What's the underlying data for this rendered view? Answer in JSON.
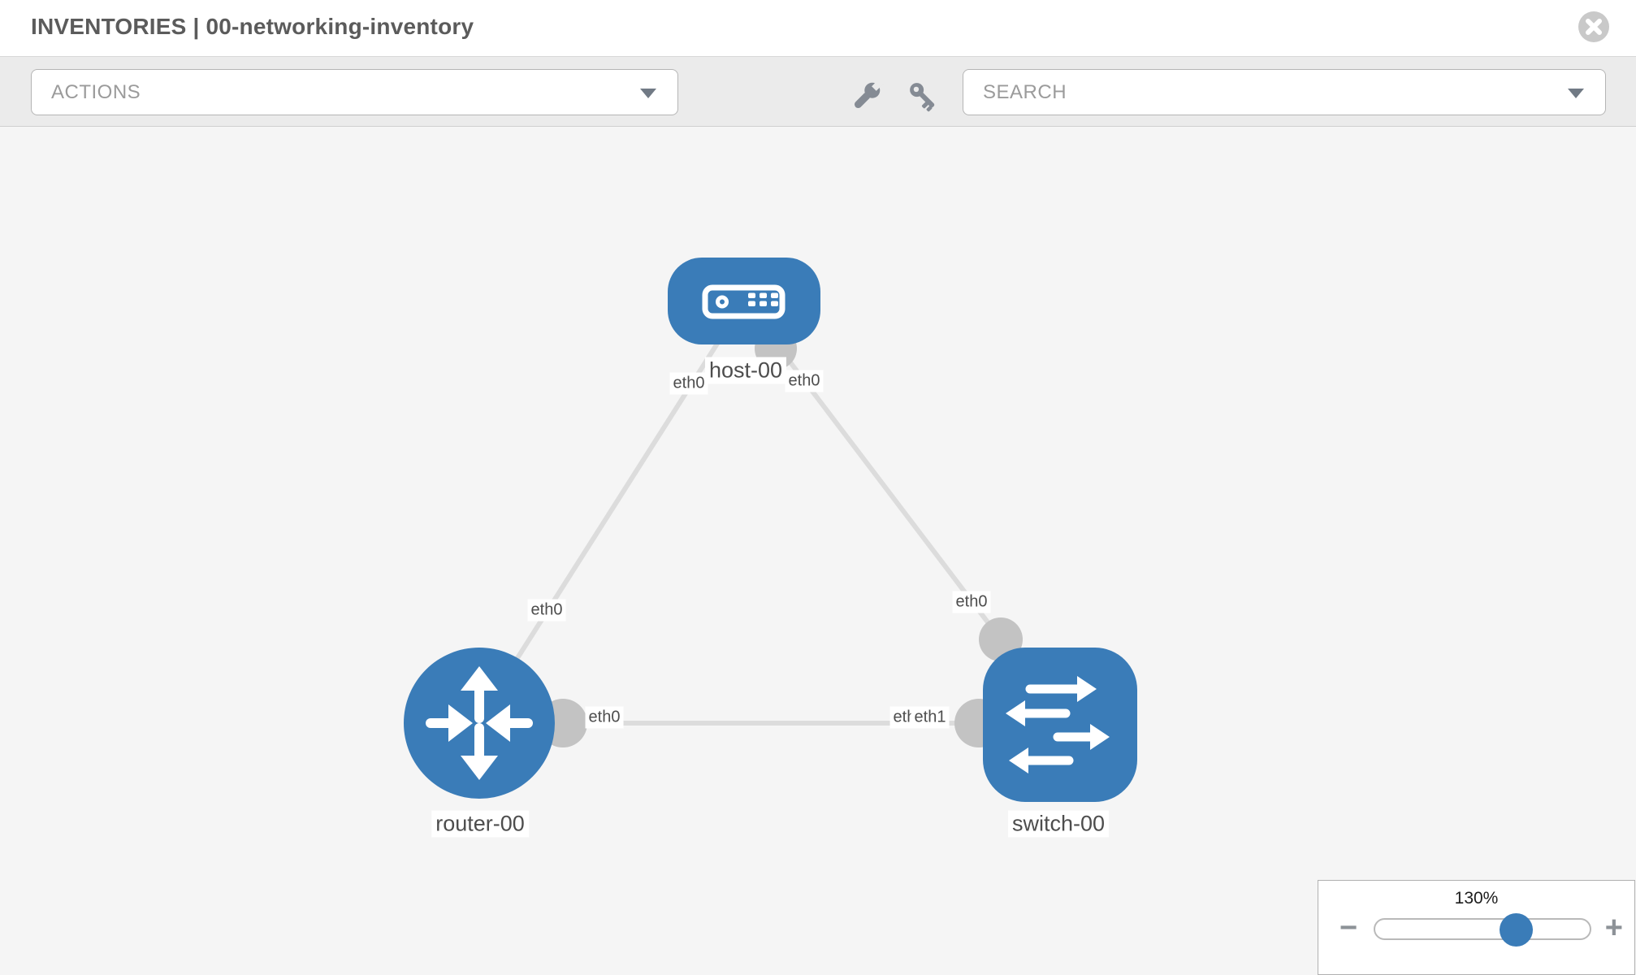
{
  "header": {
    "title": "INVENTORIES | 00-networking-inventory"
  },
  "toolbar": {
    "actions_label": "ACTIONS",
    "search_label": "SEARCH",
    "icons": [
      "wrench-icon",
      "key-icon"
    ]
  },
  "topology": {
    "nodes": [
      {
        "label": "host-00",
        "type": "host"
      },
      {
        "label": "router-00",
        "type": "router"
      },
      {
        "label": "switch-00",
        "type": "switch"
      }
    ],
    "interfaces": {
      "host_left": "eth0",
      "host_right": "eth0",
      "link_host_router": "eth0",
      "link_host_switch": "eth0",
      "router_port": "eth0",
      "switch_port_back": "eth0",
      "switch_port_front": "eth1"
    }
  },
  "zoom": {
    "level": "130%",
    "out_glyph": "−",
    "in_glyph": "+"
  },
  "colors": {
    "node_blue": "#3a7cb8",
    "link_gray": "#dcdcdc",
    "port_gray": "#c3c3c3",
    "canvas_bg": "#f5f5f5",
    "toolbar_bg": "#ebebeb"
  }
}
